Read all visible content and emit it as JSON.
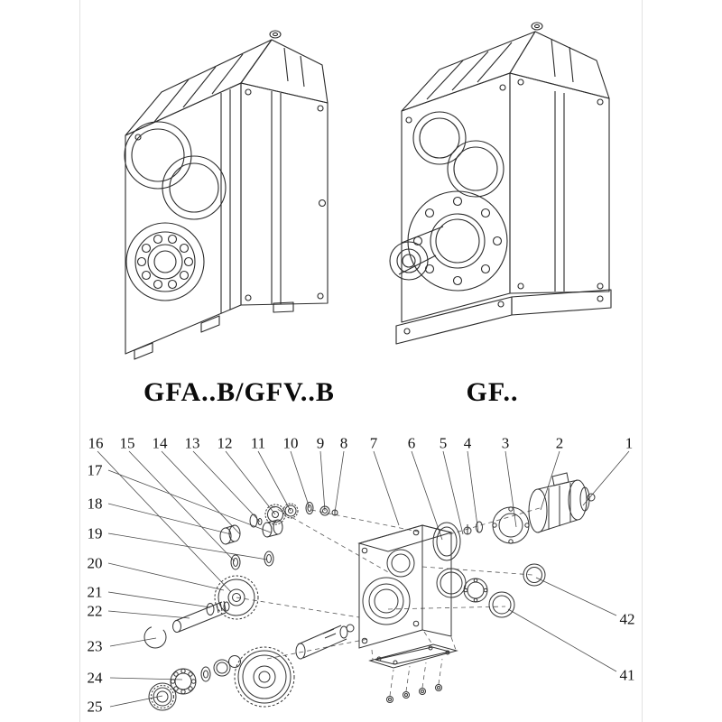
{
  "models": {
    "left": "GFA..B/GFV..B",
    "right": "GF.."
  },
  "callouts": {
    "top": [
      "16",
      "15",
      "14",
      "13",
      "12",
      "11",
      "10",
      "9",
      "8",
      "7",
      "6",
      "5",
      "4",
      "3",
      "2",
      "1"
    ],
    "left": [
      "17",
      "18",
      "19",
      "20",
      "21",
      "22",
      "23",
      "24",
      "25"
    ],
    "right": [
      "42",
      "41"
    ]
  },
  "colors": {
    "ink": "#2b2b2b",
    "background": "#ffffff"
  }
}
